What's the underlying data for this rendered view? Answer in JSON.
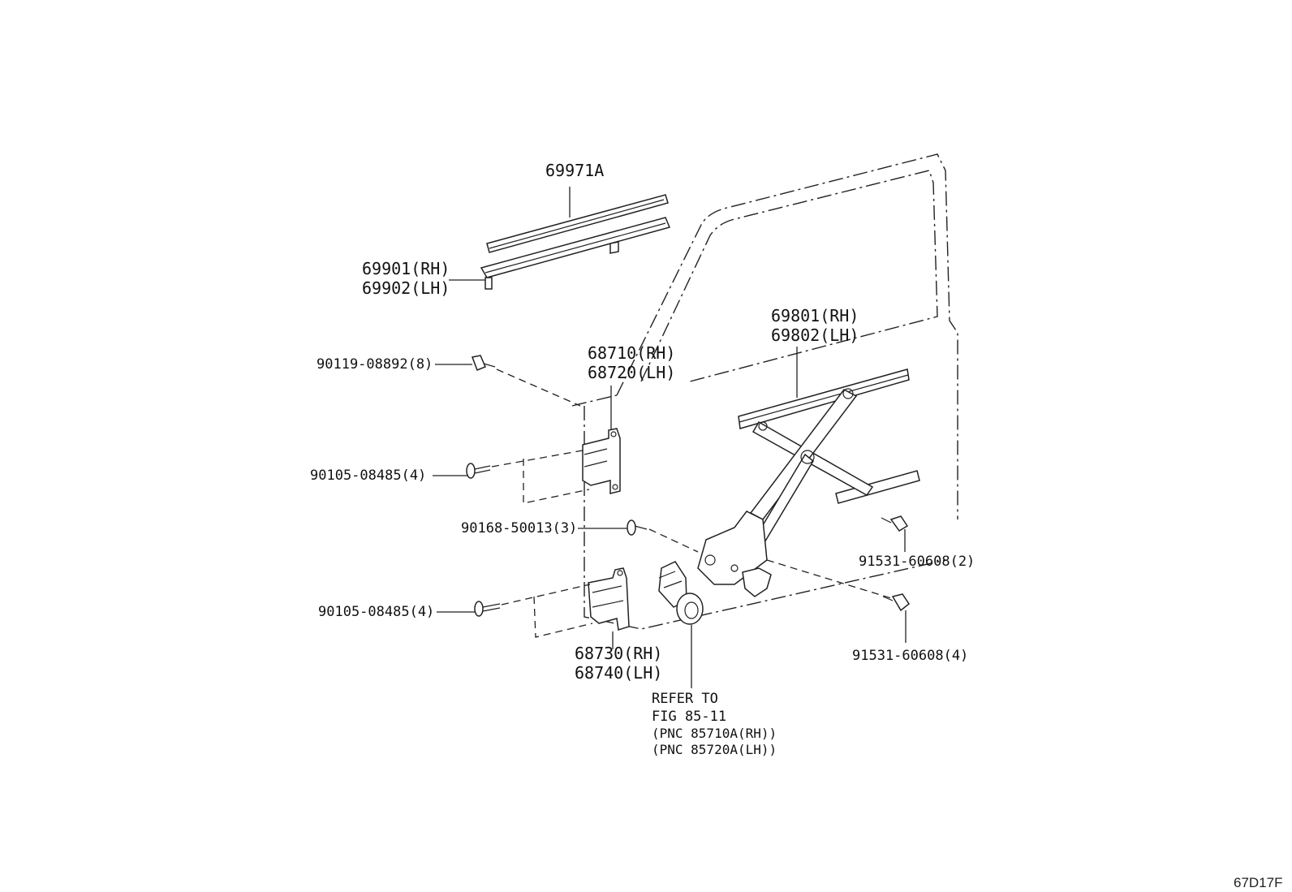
{
  "labels": {
    "upper_channel": "69971A",
    "lower_channel_rh": "69901(RH)",
    "lower_channel_lh": "69902(LH)",
    "regulator_rh": "69801(RH)",
    "regulator_lh": "69802(LH)",
    "upper_hinge_rh": "68710(RH)",
    "upper_hinge_lh": "68720(LH)",
    "lower_hinge_rh": "68730(RH)",
    "lower_hinge_lh": "68740(LH)",
    "bolt_hinge_screw": "90119-08892(8)",
    "bolt_upper_hinge": "90105-08485(4)",
    "bolt_lower_hinge": "90105-08485(4)",
    "screw_regulator": "90168-50013(3)",
    "bolt_rail": "91531-60608(2)",
    "bolt_motor": "91531-60608(4)",
    "motor_ref_line1": "REFER TO",
    "motor_ref_line2": "FIG 85-11",
    "motor_ref_line3": "(PNC 85710A(RH))",
    "motor_ref_line4": "(PNC 85720A(LH))",
    "figure_code": "67D17F"
  },
  "icons": [
    "bolt-icon",
    "screw-icon",
    "hinge-icon",
    "motor-icon",
    "regulator-icon",
    "channel-icon"
  ]
}
